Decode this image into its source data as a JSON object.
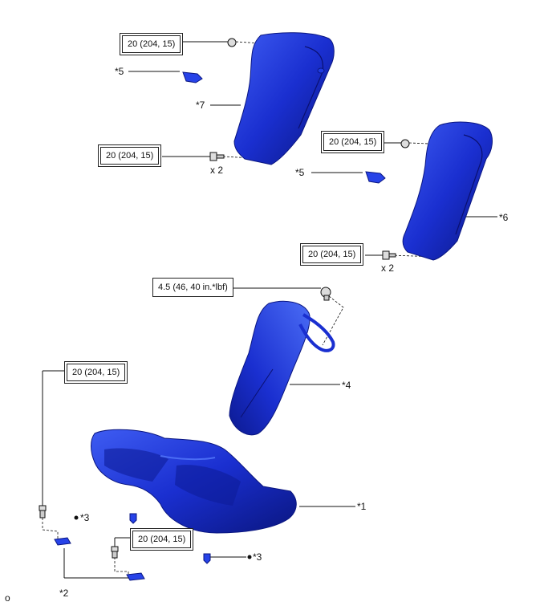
{
  "torque_specs": {
    "t1": "20 (204, 15)",
    "t2": "20 (204, 15)",
    "t3": "20 (204, 15)",
    "t4": "20 (204, 15)",
    "t5": "4.5 (46, 40 in.*lbf)",
    "t6": "20 (204, 15)",
    "t7": "20 (204, 15)"
  },
  "part_labels": {
    "p5a": "*5",
    "p7": "*7",
    "p5b": "*5",
    "p6": "*6",
    "p4": "*4",
    "p1": "*1",
    "p3a": "*3",
    "p3b": "*3",
    "p2": "*2"
  },
  "quantity_labels": {
    "q1": "x 2",
    "q2": "x 2"
  },
  "footer_mark": "o",
  "colors": {
    "part_blue": "#1a2fd0",
    "part_dark": "#0a1680",
    "part_light": "#4a6cf5",
    "line": "#111111"
  }
}
